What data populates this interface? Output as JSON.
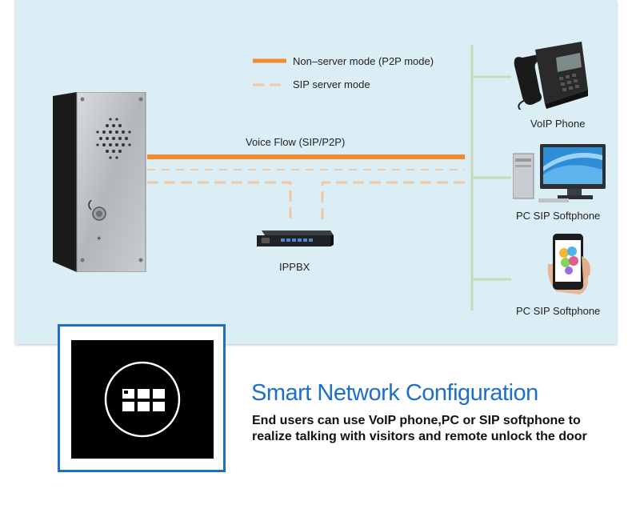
{
  "legend": {
    "p2p_label": "Non–server mode (P2P mode)",
    "sip_label": "SIP server mode"
  },
  "flow": {
    "label": "Voice Flow (SIP/P2P)"
  },
  "ippbx": {
    "label": "IPPBX"
  },
  "endpoints": [
    {
      "label": "VoIP Phone",
      "icon": "desk-phone-icon"
    },
    {
      "label": "PC SIP Softphone",
      "icon": "desktop-computer-icon"
    },
    {
      "label": "PC SIP Softphone",
      "icon": "smartphone-icon"
    }
  ],
  "feature": {
    "icon": "grid-modules-icon",
    "title": "Smart Network Configuration",
    "description_lines": [
      "End users can use VoIP phone,PC or SIP softphone to",
      "realize talking with visitors and  remote unlock the door"
    ]
  },
  "colors": {
    "diagram_bg": "#dbeef6",
    "p2p_line": "#f08a2c",
    "sip_line": "#f4c7a3",
    "accent_blue": "#1d6fce",
    "bracket": "#c8d8b8"
  }
}
